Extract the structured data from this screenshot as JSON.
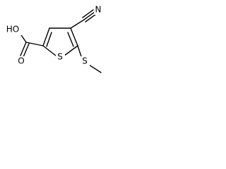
{
  "molecule": {
    "labels": {
      "carboxyl_hydroxyl": "HO",
      "carbonyl_oxygen": "O",
      "ring_sulfur": "S",
      "thioether_sulfur": "S",
      "nitrile_nitrogen": "N"
    },
    "colors": {
      "bond": "#000000",
      "text": "#000000",
      "background": "#ffffff"
    }
  }
}
